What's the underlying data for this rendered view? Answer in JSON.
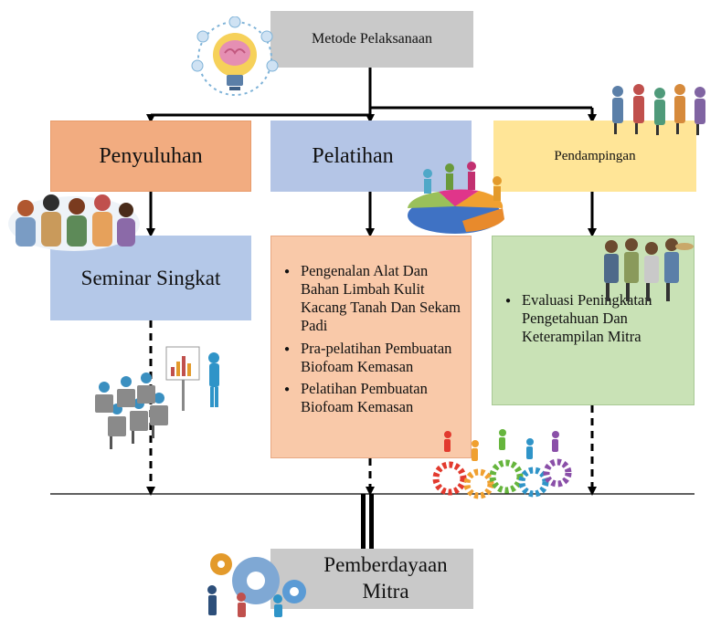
{
  "top": {
    "title": "Metode Pelaksanaan"
  },
  "columns": [
    {
      "heading": "Penyuluhan",
      "items": [
        "Seminar Singkat"
      ]
    },
    {
      "heading": "Pelatihan",
      "items": [
        "Pengenalan Alat Dan Bahan Limbah Kulit Kacang Tanah Dan Sekam Padi",
        "Pra-pelatihan Pembuatan Biofoam Kemasan",
        "Pelatihan Pembuatan Biofoam Kemasan"
      ]
    },
    {
      "heading": "Pendampingan",
      "items": [
        "Evaluasi Peningkatan Pengetahuan Dan Keterampilan Mitra"
      ]
    }
  ],
  "bottom": {
    "title": "Pemberdayaan Mitra"
  },
  "colors": {
    "gray": "#c9c9c9",
    "orange": "#f2ac80",
    "blue": "#b4c5e6",
    "yellow": "#ffe597",
    "peach": "#f9c9a9",
    "green": "#c9e2b6"
  }
}
